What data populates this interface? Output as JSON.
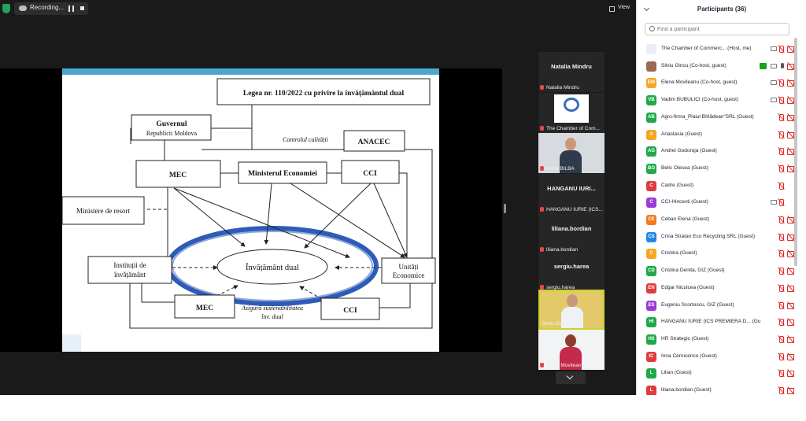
{
  "meeting": {
    "recording_label": "Recording...",
    "view_label": "View",
    "slide": {
      "law_title": "Legea nr. 110/2022 cu privire la învățământul dual",
      "guvernul": "Guvernul",
      "guvernul_sub": "Republicii Moldova",
      "control_label": "Controlul calității",
      "anacec": "ANACEC",
      "mec_top": "MEC",
      "min_economiei": "Ministerul Economiei",
      "cci_top": "CCI",
      "ministere": "Ministere de resort",
      "institutii_1": "Instituții de",
      "institutii_2": "învățământ",
      "invatamant_dual": "Învățământ dual",
      "unitati_1": "Unități",
      "unitati_2": "Economice",
      "mec_bottom": "MEC",
      "asigura_1": "Asigură sustenabilitatea",
      "asigura_2": "înv. dual",
      "cci_bottom": "CCI"
    }
  },
  "tiles": [
    {
      "title": "Natalia Mindru",
      "label": "Natalia Mindru"
    },
    {
      "title": "",
      "label": "The Chamber of Com..."
    },
    {
      "title": "",
      "label": "Mihai BILBA"
    },
    {
      "title": "HANGANU IURI...",
      "label": "HANGANU IURIE (ICS..."
    },
    {
      "title": "liliana.bordian",
      "label": "liliana.bordian"
    },
    {
      "title": "sergiu.harea",
      "label": "sergiu.harea"
    },
    {
      "title": "",
      "label": "Silviu Gincu"
    },
    {
      "title": "",
      "label": "Elena Movileanu"
    }
  ],
  "participants_panel": {
    "title": "Participants (36)",
    "search_placeholder": "Find a participant",
    "items": [
      {
        "initials": "",
        "color": "#e8eef8",
        "name": "The Chamber of Commerc...",
        "role": "(Host, me)",
        "icons": [
          "cam-on",
          "mic-off",
          "cam-off"
        ]
      },
      {
        "initials": "",
        "color": "#9a6b4f",
        "name": "Silviu Gincu",
        "role": "(Co-host, guest)",
        "icons": [
          "share",
          "cam-on",
          "mic-on",
          "cam-off"
        ]
      },
      {
        "initials": "EM",
        "color": "#f5a623",
        "name": "Elena Movileanu",
        "role": "(Co-host, guest)",
        "icons": [
          "cam-on",
          "mic-off",
          "cam-off"
        ]
      },
      {
        "initials": "VB",
        "color": "#20a84a",
        "name": "Vadim BUBULICI",
        "role": "(Co-host, guest)",
        "icons": [
          "cam-on",
          "mic-off",
          "cam-off"
        ]
      },
      {
        "initials": "AB",
        "color": "#20a84a",
        "name": "Agro-firma_Plaiul Bîrlădean\"SRL",
        "role": "(Guest)",
        "icons": [
          "mic-off",
          "cam-off"
        ]
      },
      {
        "initials": "A",
        "color": "#f5a623",
        "name": "Anastasia",
        "role": "(Guest)",
        "icons": [
          "mic-off",
          "cam-off"
        ]
      },
      {
        "initials": "AG",
        "color": "#20a84a",
        "name": "Andrei Godoroja",
        "role": "(Guest)",
        "icons": [
          "mic-off",
          "cam-off"
        ]
      },
      {
        "initials": "BO",
        "color": "#20a84a",
        "name": "Belic Olesea",
        "role": "(Guest)",
        "icons": [
          "mic-off",
          "cam-off"
        ]
      },
      {
        "initials": "C",
        "color": "#e03c3c",
        "name": "Cadre",
        "role": "(Guest)",
        "icons": [
          "mic-off"
        ]
      },
      {
        "initials": "C",
        "color": "#9b3cd8",
        "name": "CCI-Hincesti",
        "role": "(Guest)",
        "icons": [
          "mic-off",
          "cam-on"
        ]
      },
      {
        "initials": "CE",
        "color": "#f07a1e",
        "name": "Ceban Elena",
        "role": "(Guest)",
        "icons": [
          "mic-off",
          "cam-off"
        ]
      },
      {
        "initials": "CS",
        "color": "#1e88e5",
        "name": "Crina Stratan Eco Recycling SRL",
        "role": "(Guest)",
        "icons": [
          "mic-off",
          "cam-off"
        ]
      },
      {
        "initials": "C",
        "color": "#f5a623",
        "name": "Cristina",
        "role": "(Guest)",
        "icons": [
          "mic-off",
          "cam-off"
        ]
      },
      {
        "initials": "CD",
        "color": "#20a84a",
        "name": "Cristina Denita, GIZ",
        "role": "(Guest)",
        "icons": [
          "mic-off",
          "cam-off"
        ]
      },
      {
        "initials": "EN",
        "color": "#e03c3c",
        "name": "Edgar Niculcea",
        "role": "(Guest)",
        "icons": [
          "mic-off",
          "cam-off"
        ]
      },
      {
        "initials": "ES",
        "color": "#9b3cd8",
        "name": "Eugeniu Scortescu, GIZ",
        "role": "(Guest)",
        "icons": [
          "mic-off",
          "cam-off"
        ]
      },
      {
        "initials": "HI",
        "color": "#20a84a",
        "name": "HANGANU IURIE (ICS PREMIERA D...",
        "role": "(Guest)",
        "icons": [
          "mic-off",
          "cam-off"
        ]
      },
      {
        "initials": "HS",
        "color": "#20a84a",
        "name": "HR Strategic",
        "role": "(Guest)",
        "icons": [
          "mic-off",
          "cam-off"
        ]
      },
      {
        "initials": "IC",
        "color": "#e03c3c",
        "name": "Inna Cernicenco",
        "role": "(Guest)",
        "icons": [
          "mic-off",
          "cam-off"
        ]
      },
      {
        "initials": "L",
        "color": "#20a84a",
        "name": "Lilian",
        "role": "(Guest)",
        "icons": [
          "mic-off",
          "cam-off"
        ]
      },
      {
        "initials": "L",
        "color": "#e03c3c",
        "name": "liliana.bordian",
        "role": "(Guest)",
        "icons": [
          "mic-off",
          "cam-off"
        ]
      }
    ]
  }
}
